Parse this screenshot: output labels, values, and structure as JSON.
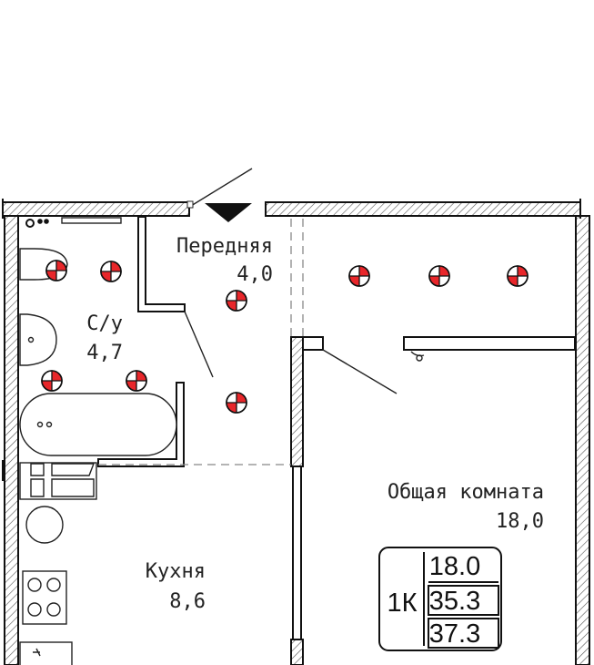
{
  "rooms": {
    "hallway": {
      "name": "Передняя",
      "area": "4,0"
    },
    "bathroom": {
      "name": "С/у",
      "area": "4,7"
    },
    "living": {
      "name": "Общая комната",
      "area": "18,0"
    },
    "kitchen": {
      "name": "Кухня",
      "area": "8,6"
    }
  },
  "badge": {
    "type": "1К",
    "living_area": "18.0",
    "total_area": "35.3",
    "total_with_balcony": "37.3"
  },
  "colors": {
    "wall_outline": "#111111",
    "hatch": "#555555",
    "light_marker_fill": "#e8262a",
    "partition_fill": "#ffffff",
    "entrance_arrow": "#111111"
  },
  "icons": {
    "light_marker": "ceiling-light-icon",
    "entrance": "entrance-arrow-icon"
  }
}
